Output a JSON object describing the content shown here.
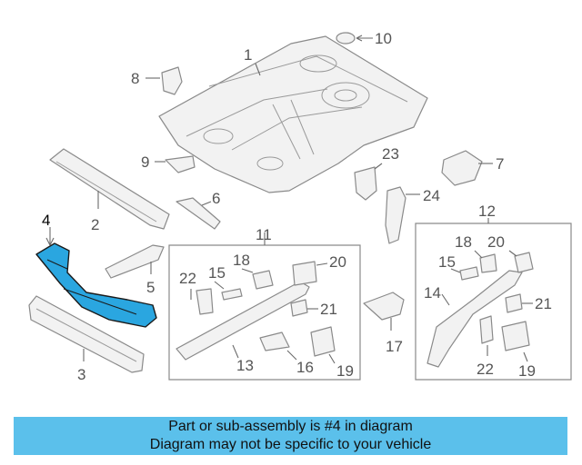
{
  "callouts": {
    "c1": "1",
    "c2": "2",
    "c3": "3",
    "c4": "4",
    "c5": "5",
    "c6": "6",
    "c7": "7",
    "c8": "8",
    "c9": "9",
    "c10": "10",
    "c11": "11",
    "c12": "12",
    "c13": "13",
    "c13b": "14",
    "c15": "15",
    "c15b": "15",
    "c16": "16",
    "c17": "17",
    "c18": "18",
    "c18b": "18",
    "c19": "19",
    "c19b": "19",
    "c20": "20",
    "c20b": "20",
    "c21": "21",
    "c21b": "21",
    "c22": "22",
    "c22b": "22",
    "c23": "23",
    "c24": "24"
  },
  "highlight": {
    "part_number": "4",
    "color": "#2aa6e0"
  },
  "banner": {
    "line1": "Part or sub-assembly is #4 in diagram",
    "line2": "Diagram may not be specific to your vehicle",
    "color": "#5bc0eb"
  }
}
